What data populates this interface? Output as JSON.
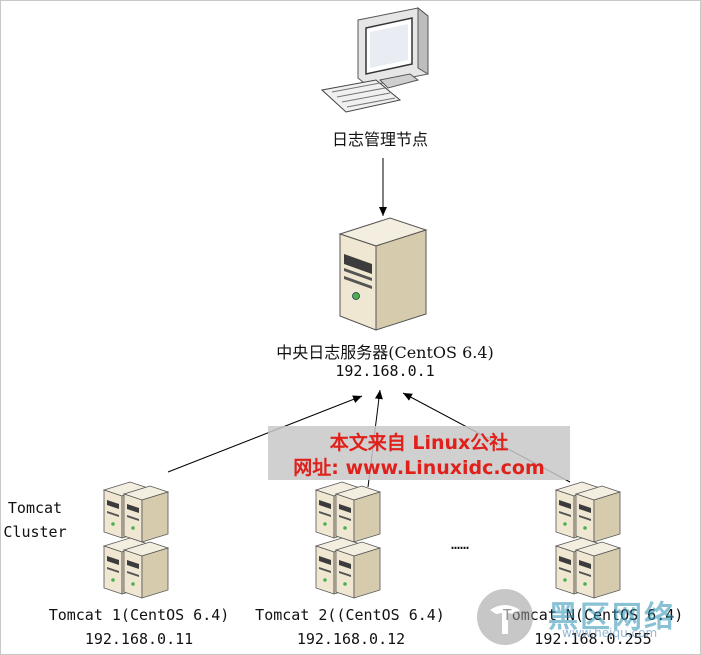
{
  "mgmt_node": {
    "label": "日志管理节点"
  },
  "central": {
    "label": "中央日志服务器(CentOS 6.4)",
    "ip": "192.168.0.1"
  },
  "cluster_label": {
    "line1": "Tomcat",
    "line2": "Cluster"
  },
  "tomcat1": {
    "label": "Tomcat 1(CentOS 6.4)",
    "ip": "192.168.0.11"
  },
  "tomcat2": {
    "label": "Tomcat 2((CentOS 6.4)",
    "ip": "192.168.0.12"
  },
  "tomcatN": {
    "label": "Tomcat N(CentOS 6.4)",
    "ip": "192.168.0.255"
  },
  "ellipsis": "……",
  "watermark": {
    "line1": "本文来自 Linux公社",
    "line2": "网址: www.Linuxidc.com"
  },
  "logo": {
    "text": "黑区网络",
    "sub": "www.heiqu.com"
  }
}
